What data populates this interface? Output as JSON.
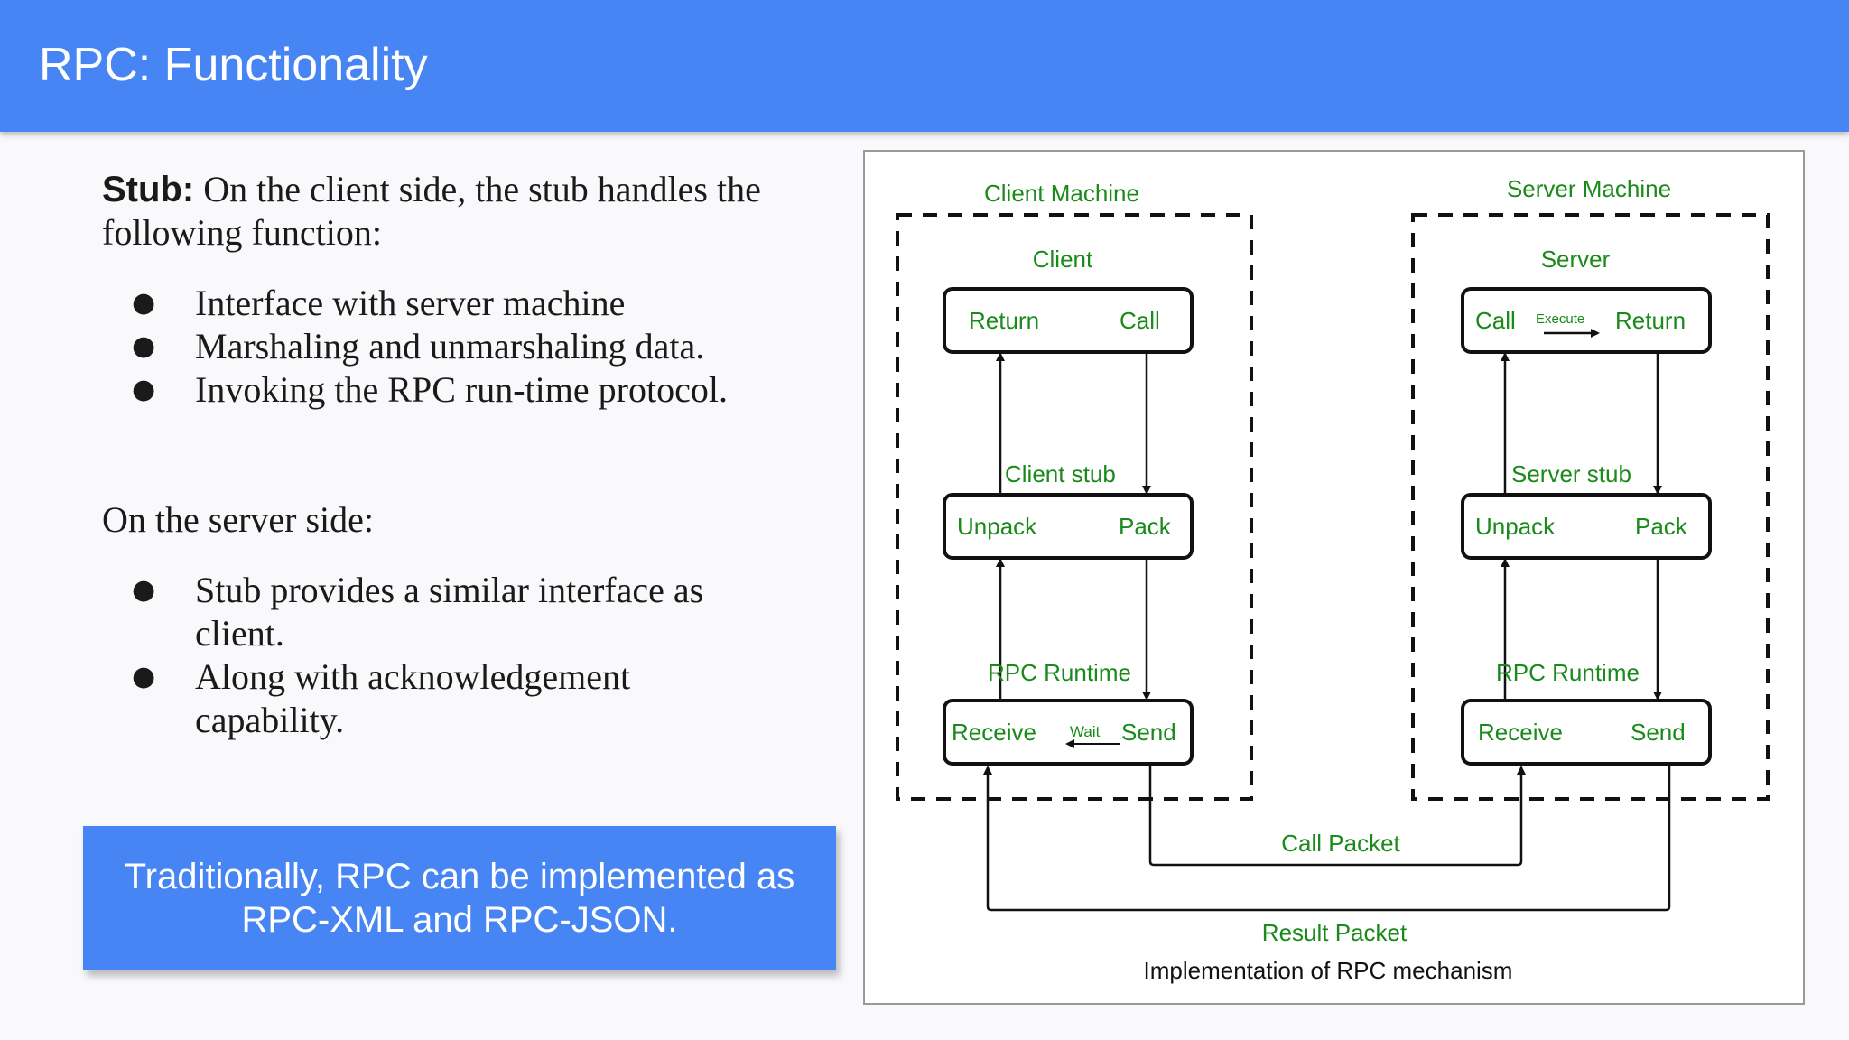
{
  "header": {
    "title": "RPC: Functionality"
  },
  "client_side": {
    "stub_label": "Stub:",
    "intro": " On the client side, the stub handles the following function:",
    "bullets": [
      "Interface with server machine",
      "Marshaling and unmarshaling data.",
      "Invoking the RPC run-time protocol."
    ]
  },
  "server_side": {
    "heading": "On the server side:",
    "bullets": [
      "Stub provides a similar interface as client.",
      "Along with acknowledgement capability."
    ]
  },
  "callout": {
    "text": "Traditionally, RPC can be implemented as RPC-XML and RPC-JSON."
  },
  "diagram": {
    "client_machine": "Client Machine",
    "server_machine": "Server Machine",
    "client": "Client",
    "server": "Server",
    "client_return": "Return",
    "client_call": "Call",
    "server_call": "Call",
    "server_execute": "Execute",
    "server_return": "Return",
    "client_stub": "Client stub",
    "server_stub": "Server stub",
    "client_unpack": "Unpack",
    "client_pack": "Pack",
    "server_unpack": "Unpack",
    "server_pack": "Pack",
    "client_rpc_runtime": "RPC Runtime",
    "server_rpc_runtime": "RPC Runtime",
    "client_receive": "Receive",
    "client_wait": "Wait",
    "client_send": "Send",
    "server_receive": "Receive",
    "server_send": "Send",
    "call_packet": "Call Packet",
    "result_packet": "Result Packet",
    "caption": "Implementation of RPC mechanism"
  },
  "colors": {
    "header_bg": "#4785f4",
    "diagram_label": "#1a8a1a"
  }
}
